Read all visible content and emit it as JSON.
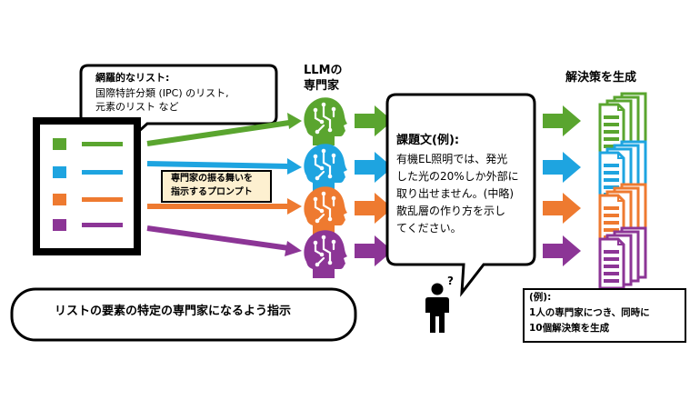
{
  "colors": {
    "green": "#5aa52f",
    "blue": "#1ea4e0",
    "orange": "#ee7a30",
    "purple": "#8c3596",
    "prompt_fill": "#fdf0d0"
  },
  "list_callout": {
    "title": "網羅的なリスト:",
    "line1": "国際特許分類 (IPC) のリスト,",
    "line2": "元素のリスト など"
  },
  "llm_label": {
    "line1": "LLMの",
    "line2": "専門家"
  },
  "prompt_box": {
    "line1": "専門家の振る舞いを",
    "line2": "指示するプロンプト"
  },
  "instruction_text": "リストの要素の特定の専門家になるよう指示",
  "problem": {
    "title": "課題文(例):",
    "lines": [
      "有機EL照明では、発光",
      "した光の20%しか外部に",
      "取り出せません。(中略)",
      "散乱層の作り方を示し",
      "てください。"
    ]
  },
  "person_mark": "?",
  "output_header": "解決策を生成",
  "example": {
    "line1": "(例):",
    "line2": "1人の専門家につき、同時に",
    "line3": "10個解決策を生成"
  },
  "icons": {
    "list_document": "list-document-icon",
    "head": "ai-head-icon",
    "documents": "document-stack-icon",
    "person": "person-question-icon"
  }
}
